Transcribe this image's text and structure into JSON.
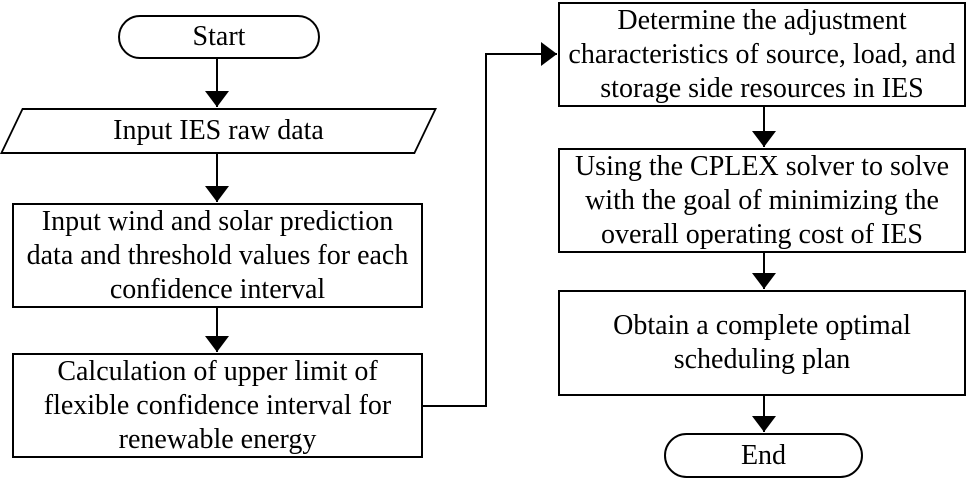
{
  "flowchart": {
    "left_column": {
      "start": {
        "label": "Start"
      },
      "input_raw_data": {
        "label": "Input IES raw data"
      },
      "input_prediction": {
        "lines": [
          "Input wind and solar prediction",
          "data and threshold values for each",
          "confidence interval"
        ]
      },
      "calc_upper_limit": {
        "lines": [
          "Calculation of upper limit of",
          "flexible confidence interval for",
          "renewable energy"
        ]
      }
    },
    "right_column": {
      "determine_adjustment": {
        "lines": [
          "Determine the adjustment",
          "characteristics of source, load, and",
          "storage side resources in IES"
        ]
      },
      "cplex_solver": {
        "lines": [
          "Using the CPLEX solver to solve",
          "with the goal of minimizing the",
          "overall operating cost of IES"
        ]
      },
      "obtain_plan": {
        "lines": [
          "Obtain a complete optimal",
          "scheduling plan"
        ]
      },
      "end": {
        "label": "End"
      }
    },
    "colors": {
      "stroke": "#000000",
      "fill": "#ffffff",
      "text": "#000000",
      "background": "#ffffff"
    }
  }
}
